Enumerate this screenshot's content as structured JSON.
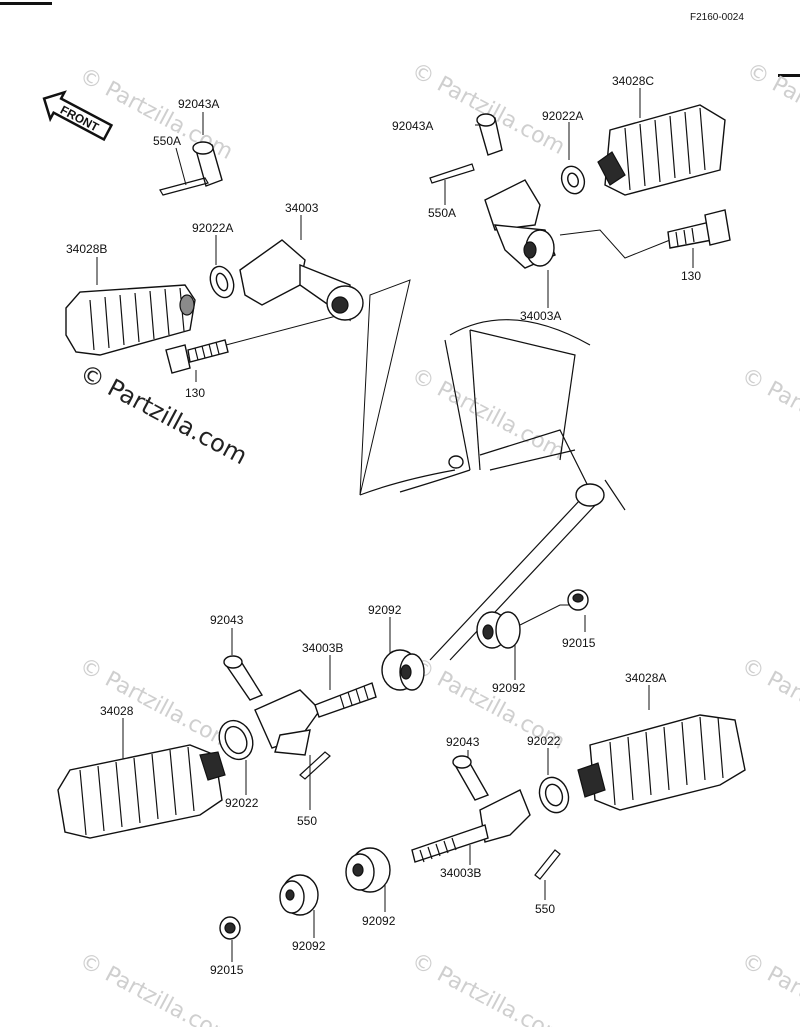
{
  "diagram_code": "F2160-0024",
  "front_label": "FRONT",
  "watermark": "© Partzilla.com",
  "labels": {
    "p92043A_l": "92043A",
    "p550A_l": "550A",
    "p34003": "34003",
    "p92022A_l": "92022A",
    "p34028B": "34028B",
    "p130_l": "130",
    "p92043A_r": "92043A",
    "p92022A_r": "92022A",
    "p34028C": "34028C",
    "p550A_r": "550A",
    "p34003A": "34003A",
    "p130_r": "130",
    "p92043_l": "92043",
    "p34003B_l": "34003B",
    "p92092_top": "92092",
    "p92015_r": "92015",
    "p92092_mid": "92092",
    "p34028": "34028",
    "p34028A": "34028A",
    "p92022_l": "92022",
    "p550_l": "550",
    "p92043_r": "92043",
    "p92022_r": "92022",
    "p34003B_r": "34003B",
    "p550_r": "550",
    "p92092_b1": "92092",
    "p92092_b2": "92092",
    "p92015_l": "92015"
  }
}
